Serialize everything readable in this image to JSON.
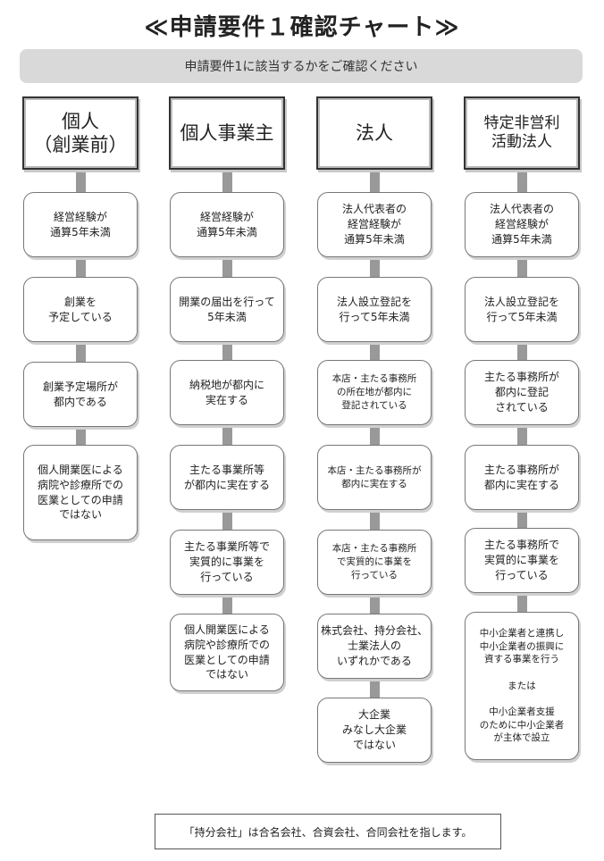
{
  "title": "≪申請要件１確認チャート≫",
  "banner": "申請要件1に該当するかをご確認ください",
  "columns": [
    {
      "header": "個人\n（創業前）",
      "boxes": [
        "経営経験が\n通算5年未満",
        "創業を\n予定している",
        "創業予定場所が\n都内である",
        "個人開業医による\n病院や診療所での\n医業としての申請\nではない"
      ]
    },
    {
      "header": "個人事業主",
      "boxes": [
        "経営経験が\n通算5年未満",
        "開業の届出を行って\n5年未満",
        "納税地が都内に\n実在する",
        "主たる事業所等\nが都内に実在する",
        "主たる事業所等で\n実質的に事業を\n行っている",
        "個人開業医による\n病院や診療所での\n医業としての申請\nではない"
      ]
    },
    {
      "header": "法人",
      "boxes": [
        "法人代表者の\n経営経験が\n通算5年未満",
        "法人設立登記を\n行って5年未満",
        "本店・主たる事務所\nの所在地が都内に\n登記されている",
        "本店・主たる事務所が\n都内に実在する",
        "本店・主たる事務所\nで実質的に事業を\n行っている",
        "株式会社、持分会社、\n士業法人の\nいずれかである",
        "大企業\nみなし大企業\nではない"
      ]
    },
    {
      "header": "特定非営利\n活動法人",
      "boxes": [
        "法人代表者の\n経営経験が\n通算5年未満",
        "法人設立登記を\n行って5年未満",
        "主たる事務所が\n都内に登記\nされている",
        "主たる事務所が\n都内に実在する",
        "主たる事務所で\n実質的に事業を\n行っている",
        "中小企業者と連携し\n中小企業者の振興に\n資する事業を行う\n\nまたは\n\n中小企業者支援\nのために中小企業者\nが主体で設立"
      ]
    }
  ],
  "footer": "「持分会社」は合名会社、合資会社、合同会社を指します。"
}
